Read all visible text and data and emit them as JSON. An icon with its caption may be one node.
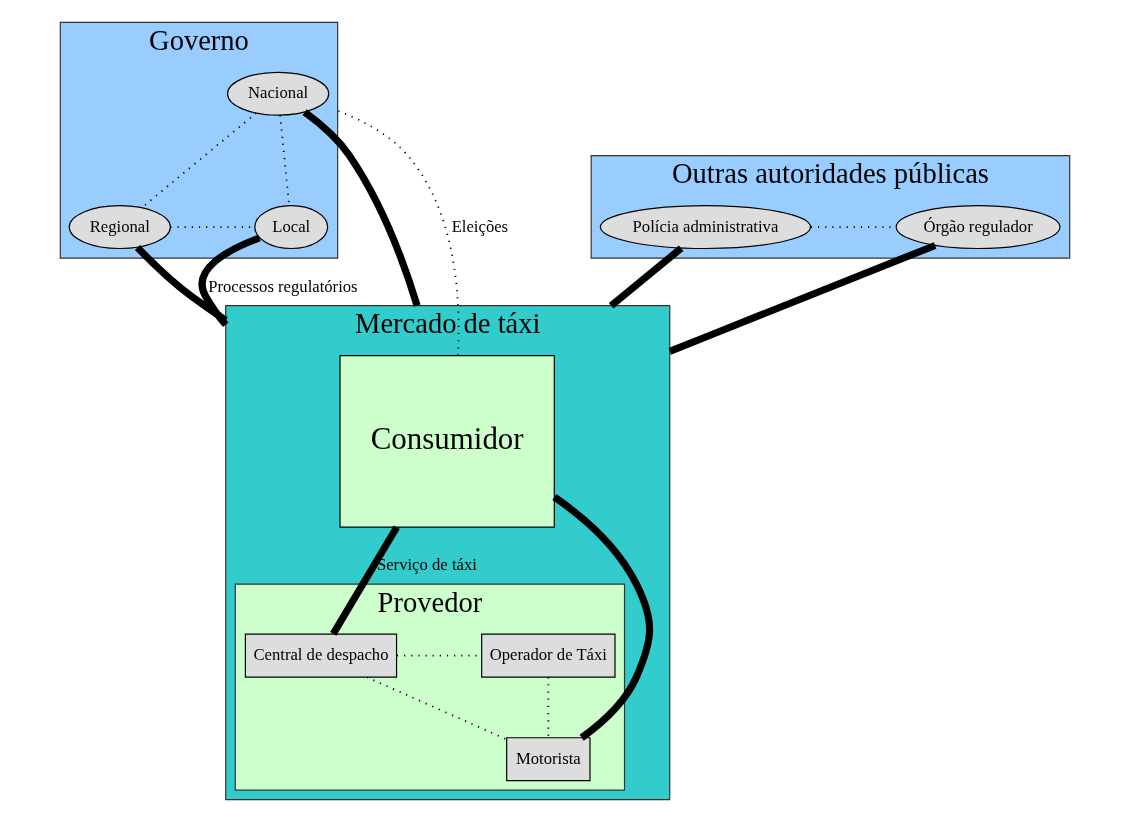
{
  "diagram": {
    "nodes": [
      {
        "text": [
          "Governo"
        ]
      },
      {
        "text": [
          "Nacional"
        ],
        "in": 0
      },
      {
        "text": [
          "Regional"
        ],
        "in": 0
      },
      {
        "text": [
          "Local"
        ],
        "in": 0
      },
      {
        "text": [
          "Outras autoridades públicas"
        ]
      },
      {
        "text": [
          "Polícia administrativa"
        ],
        "in": 4
      },
      {
        "text": [
          "Órgão regulador"
        ],
        "in": 4
      },
      {
        "text": [
          "Mercado de táxi"
        ]
      },
      {
        "text": [
          "Consumidor"
        ],
        "in": 7
      },
      {
        "text": [
          "Provedor"
        ],
        "in": 7
      },
      {
        "text": [
          "Central de despacho"
        ],
        "in": 9
      },
      {
        "text": [
          "Operador de Táxi"
        ],
        "in": 9
      },
      {
        "text": [
          "Motorista"
        ],
        "in": 9
      }
    ],
    "edges": [
      {
        "from": 1,
        "to": 2,
        "arrow": "none",
        "style": "dashed"
      },
      {
        "from": 1,
        "to": 3,
        "arrow": "none",
        "style": "dashed"
      },
      {
        "from": 2,
        "to": 3,
        "arrow": "none",
        "style": "dashed"
      },
      {
        "from": 5,
        "to": 6,
        "arrow": "none",
        "style": "dashed"
      },
      {
        "from": 2,
        "to": 7,
        "arrow": "none",
        "style": "thick"
      },
      {
        "from": 1,
        "to": 7,
        "arrow": "none",
        "style": "thick"
      },
      {
        "from": 3,
        "to": 7,
        "arrow": "none",
        "style": "thick",
        "label": "Processos regulatórios"
      },
      {
        "from": 5,
        "to": 7,
        "arrow": "none",
        "style": "thick"
      },
      {
        "from": 6,
        "to": 7,
        "arrow": "none",
        "style": "thick"
      },
      {
        "from": 8,
        "to": 0,
        "arrow": "none",
        "style": "dashed",
        "label": "Eleições"
      },
      {
        "from": 8,
        "to": 10,
        "arrow": "none",
        "style": "thick",
        "label": "Serviço de táxi"
      },
      {
        "from": 8,
        "to": 12,
        "arrow": "none",
        "style": "thick"
      },
      {
        "from": 10,
        "to": 11,
        "arrow": "none",
        "style": "dashed"
      },
      {
        "from": 10,
        "to": 12,
        "arrow": "none",
        "style": "dashed"
      },
      {
        "from": 11,
        "to": 12,
        "arrow": "none",
        "style": "dashed"
      }
    ]
  }
}
